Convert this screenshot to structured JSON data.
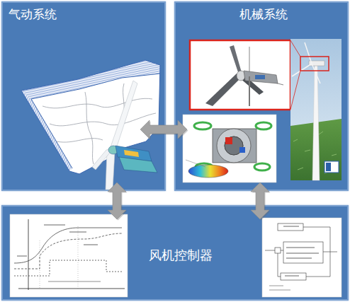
{
  "diagram": {
    "nodes": [
      {
        "text": [
          "气动系统"
        ]
      },
      {
        "text": [
          "机械系统"
        ]
      },
      {
        "text": [
          "风机控制器"
        ]
      }
    ],
    "edges": [
      {
        "from": 0,
        "to": 1,
        "arrow": "both"
      },
      {
        "from": 0,
        "to": 2,
        "arrow": "both"
      },
      {
        "from": 1,
        "to": 2,
        "arrow": "both"
      }
    ]
  }
}
